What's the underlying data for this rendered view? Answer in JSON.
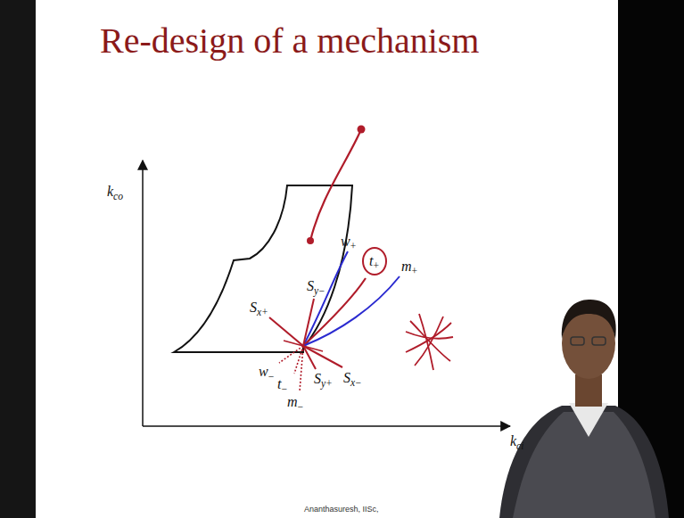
{
  "diagram": {
    "title": "Re-design of a mechanism",
    "labels": [
      "kco",
      "kci",
      "w+",
      "t+",
      "m+",
      "Sy−",
      "Sx+",
      "w−",
      "t−",
      "m−",
      "Sy+",
      "Sx−",
      "Ananthasuresh, IISc,"
    ]
  }
}
